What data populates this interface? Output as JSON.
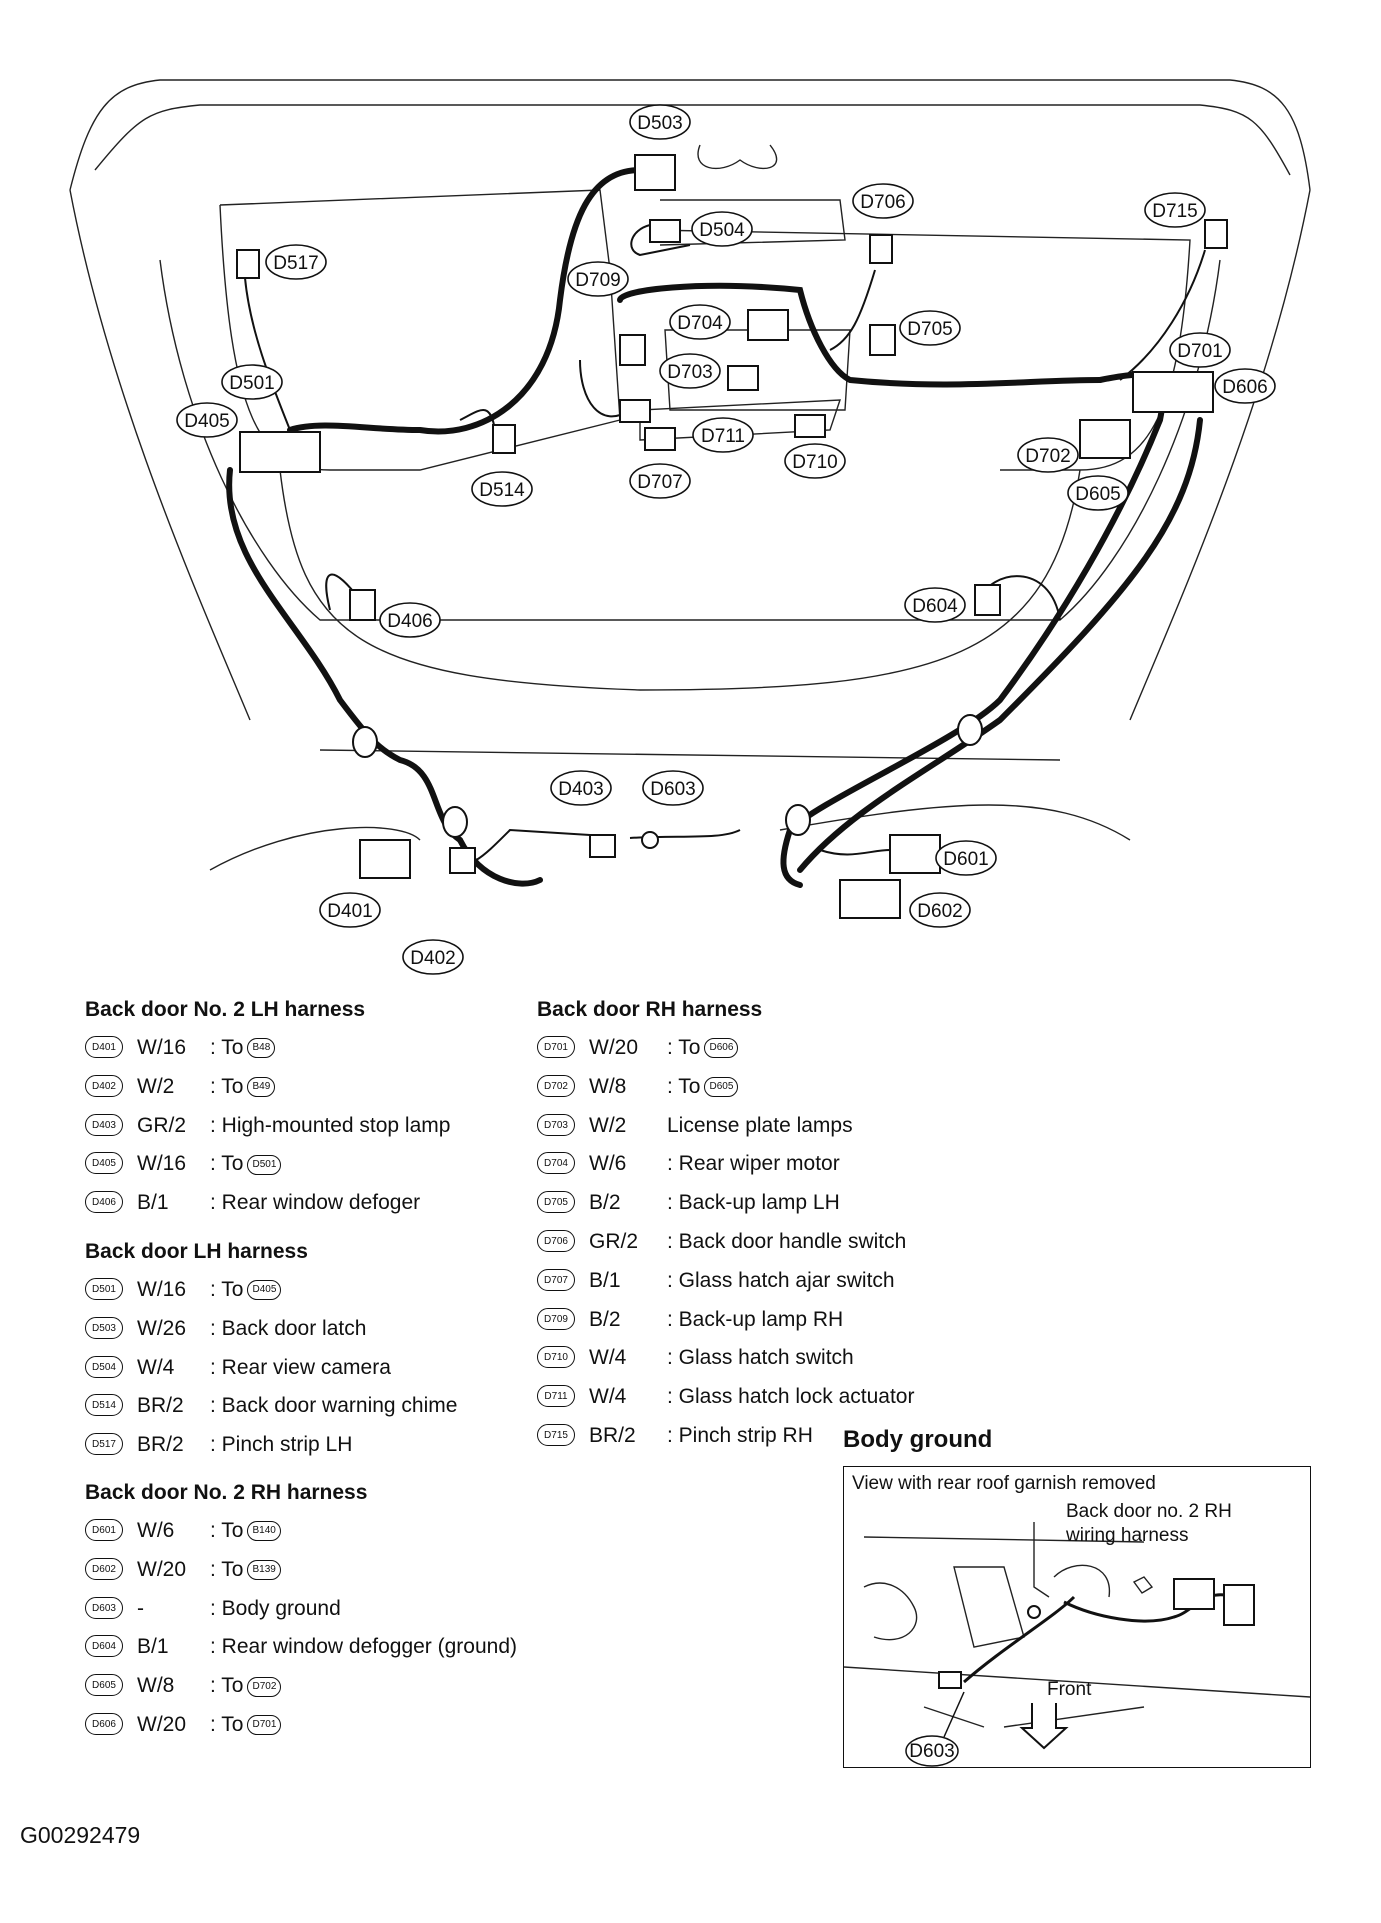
{
  "connectors": [
    {
      "id": "D503"
    },
    {
      "id": "D504"
    },
    {
      "id": "D517"
    },
    {
      "id": "D706"
    },
    {
      "id": "D715"
    },
    {
      "id": "D709"
    },
    {
      "id": "D704"
    },
    {
      "id": "D705"
    },
    {
      "id": "D703"
    },
    {
      "id": "D501"
    },
    {
      "id": "D701"
    },
    {
      "id": "D606"
    },
    {
      "id": "D405"
    },
    {
      "id": "D711"
    },
    {
      "id": "D710"
    },
    {
      "id": "D702"
    },
    {
      "id": "D514"
    },
    {
      "id": "D707"
    },
    {
      "id": "D605"
    },
    {
      "id": "D406"
    },
    {
      "id": "D604"
    },
    {
      "id": "D403"
    },
    {
      "id": "D603"
    },
    {
      "id": "D601"
    },
    {
      "id": "D401"
    },
    {
      "id": "D602"
    },
    {
      "id": "D402"
    }
  ],
  "legend": {
    "lh2": {
      "title": "Back door No. 2 LH harness",
      "rows": [
        {
          "code": "D401",
          "wire": "W/16",
          "prefix": ": To",
          "ref": "B48",
          "desc": ""
        },
        {
          "code": "D402",
          "wire": "W/2",
          "prefix": ": To",
          "ref": "B49",
          "desc": ""
        },
        {
          "code": "D403",
          "wire": "GR/2",
          "prefix": "",
          "ref": "",
          "desc": ": High-mounted stop lamp"
        },
        {
          "code": "D405",
          "wire": "W/16",
          "prefix": ": To",
          "ref": "D501",
          "desc": ""
        },
        {
          "code": "D406",
          "wire": "B/1",
          "prefix": "",
          "ref": "",
          "desc": ": Rear window defoger"
        }
      ]
    },
    "lh": {
      "title": "Back door LH harness",
      "rows": [
        {
          "code": "D501",
          "wire": "W/16",
          "prefix": ": To",
          "ref": "D405",
          "desc": ""
        },
        {
          "code": "D503",
          "wire": "W/26",
          "prefix": "",
          "ref": "",
          "desc": ": Back door latch"
        },
        {
          "code": "D504",
          "wire": "W/4",
          "prefix": "",
          "ref": "",
          "desc": ": Rear view camera"
        },
        {
          "code": "D514",
          "wire": "BR/2",
          "prefix": "",
          "ref": "",
          "desc": ": Back door warning chime"
        },
        {
          "code": "D517",
          "wire": "BR/2",
          "prefix": "",
          "ref": "",
          "desc": ": Pinch strip LH"
        }
      ]
    },
    "rh2": {
      "title": "Back door No. 2 RH harness",
      "rows": [
        {
          "code": "D601",
          "wire": "W/6",
          "prefix": ": To",
          "ref": "B140",
          "desc": ""
        },
        {
          "code": "D602",
          "wire": "W/20",
          "prefix": ": To",
          "ref": "B139",
          "desc": ""
        },
        {
          "code": "D603",
          "wire": "-",
          "prefix": "",
          "ref": "",
          "desc": ": Body ground"
        },
        {
          "code": "D604",
          "wire": "B/1",
          "prefix": "",
          "ref": "",
          "desc": ": Rear window defogger (ground)"
        },
        {
          "code": "D605",
          "wire": "W/8",
          "prefix": ": To",
          "ref": "D702",
          "desc": ""
        },
        {
          "code": "D606",
          "wire": "W/20",
          "prefix": ": To",
          "ref": "D701",
          "desc": ""
        }
      ]
    },
    "rh": {
      "title": "Back door RH harness",
      "rows": [
        {
          "code": "D701",
          "wire": "W/20",
          "prefix": ": To",
          "ref": "D606",
          "desc": ""
        },
        {
          "code": "D702",
          "wire": "W/8",
          "prefix": ": To",
          "ref": "D605",
          "desc": ""
        },
        {
          "code": "D703",
          "wire": "W/2",
          "prefix": "",
          "ref": "",
          "desc": "License plate lamps"
        },
        {
          "code": "D704",
          "wire": "W/6",
          "prefix": "",
          "ref": "",
          "desc": ": Rear wiper motor"
        },
        {
          "code": "D705",
          "wire": "B/2",
          "prefix": "",
          "ref": "",
          "desc": ": Back-up lamp LH"
        },
        {
          "code": "D706",
          "wire": "GR/2",
          "prefix": "",
          "ref": "",
          "desc": ": Back door handle switch"
        },
        {
          "code": "D707",
          "wire": "B/1",
          "prefix": "",
          "ref": "",
          "desc": ": Glass hatch ajar switch"
        },
        {
          "code": "D709",
          "wire": "B/2",
          "prefix": "",
          "ref": "",
          "desc": ": Back-up lamp RH"
        },
        {
          "code": "D710",
          "wire": "W/4",
          "prefix": "",
          "ref": "",
          "desc": ": Glass hatch switch"
        },
        {
          "code": "D711",
          "wire": "W/4",
          "prefix": "",
          "ref": "",
          "desc": ": Glass hatch lock actuator"
        },
        {
          "code": "D715",
          "wire": "BR/2",
          "prefix": "",
          "ref": "",
          "desc": ": Pinch strip RH"
        }
      ]
    }
  },
  "body_ground": {
    "title": "Body ground",
    "caption": "View with rear roof garnish removed",
    "harness_label_1": "Back door no. 2 RH",
    "harness_label_2": "wiring harness",
    "front_label": "Front",
    "connector": "D603"
  },
  "figure_id": "G00292479"
}
